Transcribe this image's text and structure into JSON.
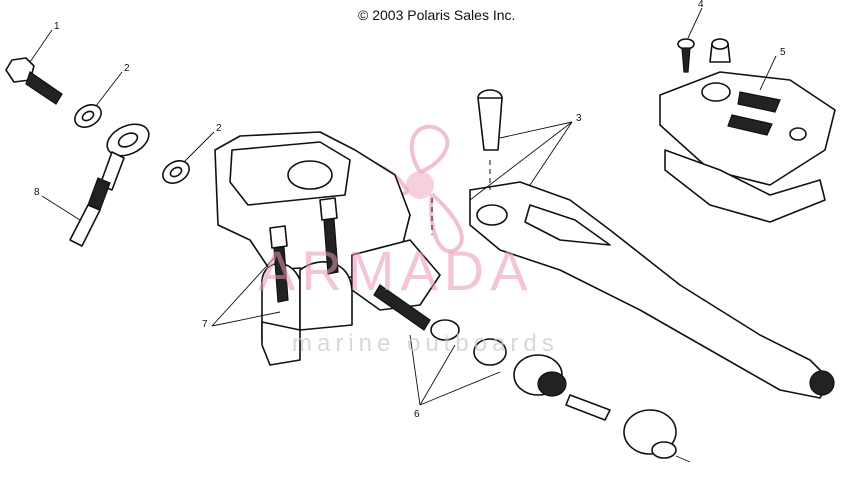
{
  "copyright": "© 2003 Polaris Sales Inc.",
  "callouts": [
    "1",
    "2",
    "2",
    "3",
    "4",
    "5",
    "6",
    "7",
    "8"
  ],
  "watermark": {
    "brand": "ARMADA",
    "tagline": "marine outboards",
    "color": "#e996b9"
  }
}
